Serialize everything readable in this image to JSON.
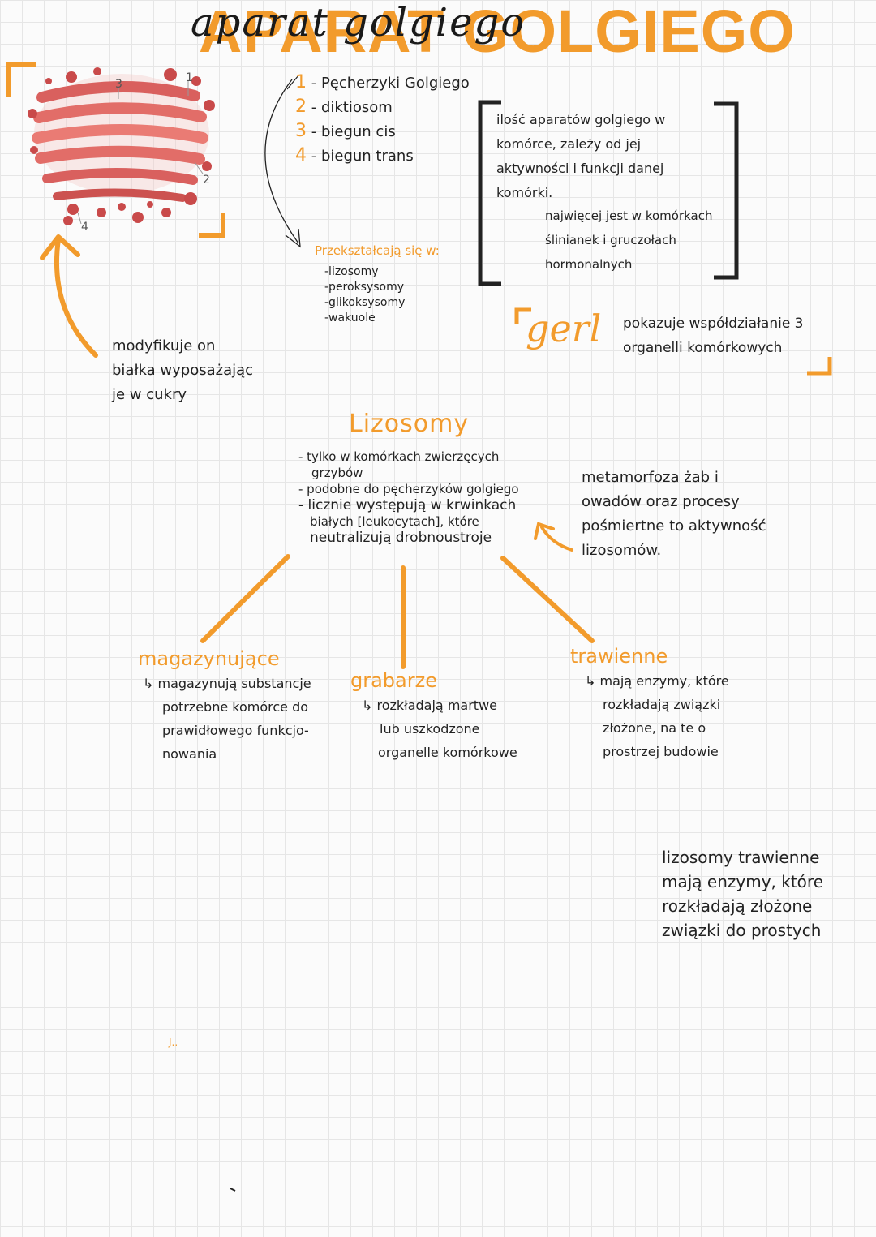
{
  "title": {
    "main": "APARAT GOLGIEGO",
    "script": "aparat golgiego"
  },
  "image_labels": {
    "n1": "1",
    "n2": "2",
    "n3": "3",
    "n4": "4"
  },
  "parts": [
    {
      "num": "1",
      "label": "Pęcherzyki Golgiego"
    },
    {
      "num": "2",
      "label": "diktiosom"
    },
    {
      "num": "3",
      "label": "biegun cis"
    },
    {
      "num": "4",
      "label": "biegun trans"
    }
  ],
  "transform": {
    "heading": "Przekształcają się w:",
    "items": [
      "-lizosomy",
      "-peroksysomy",
      "-glikoksysomy",
      "-wakuole"
    ]
  },
  "amount_note": {
    "lines": [
      "ilość aparatów golgiego w",
      "komórce, zależy od jej",
      "aktywności i funkcji danej",
      "komórki."
    ],
    "extra": [
      "najwięcej jest w komórkach",
      "ślinianek i gruczołach",
      "hormonalnych"
    ]
  },
  "gerl": {
    "label": "gerl",
    "lines": [
      "pokazuje współdziałanie 3",
      "organelli komórkowych"
    ]
  },
  "modify_note": {
    "lines": [
      "modyfikuje on",
      "białka wyposażając",
      "je w cukry"
    ]
  },
  "lysosomes": {
    "heading": "Lizosomy",
    "lines": [
      "- tylko w komórkach zwierzęcych",
      "grzybów",
      "- podobne do pęcherzyków golgiego",
      "- licznie występują w krwinkach",
      "białych [leukocytach], które",
      "neutralizują drobnoustroje"
    ]
  },
  "metamorphosis": {
    "lines": [
      "metamorfoza żab i",
      "owadów oraz procesy",
      "pośmiertne to aktywność",
      "lizosomów."
    ]
  },
  "types": [
    {
      "name": "magazynujące",
      "lines": [
        "↳ magazynują substancje",
        "potrzebne komórce do",
        "prawidłowego funkcjo-",
        "nowania"
      ]
    },
    {
      "name": "grabarze",
      "lines": [
        "↳ rozkładają martwe",
        "lub uszkodzone",
        "organelle komórkowe"
      ]
    },
    {
      "name": "trawienne",
      "lines": [
        "↳ mają enzymy, które",
        "rozkładają związki",
        "złożone, na te o",
        "prostrzej budowie"
      ]
    }
  ],
  "digest_note": {
    "lines": [
      "lizosomy trawienne",
      "mają enzymy, które",
      "rozkładają złożone",
      "związki do prostych"
    ]
  },
  "footer_mark": "J.."
}
